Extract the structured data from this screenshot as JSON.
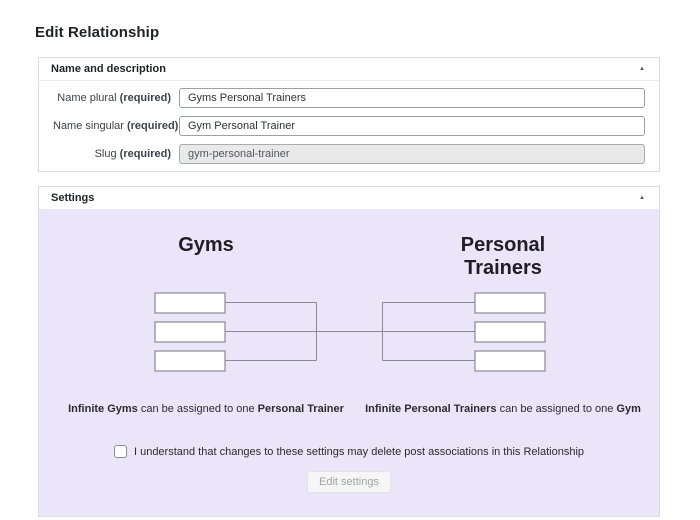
{
  "page": {
    "title": "Edit Relationship"
  },
  "name_panel": {
    "title": "Name and description",
    "collapse_icon": "▲",
    "fields": [
      {
        "label": "Name plural ",
        "required": "(required)",
        "value": "Gyms Personal Trainers"
      },
      {
        "label": "Name singular ",
        "required": "(required)",
        "value": "Gym Personal Trainer"
      },
      {
        "label": "Slug ",
        "required": "(required)",
        "value": "gym-personal-trainer"
      }
    ]
  },
  "settings_panel": {
    "title": "Settings",
    "collapse_icon": "▲",
    "left_heading": "Gyms",
    "right_heading": "Personal Trainers",
    "left_caption": {
      "bold1": "Infinite Gyms",
      "mid": " can be assigned to one ",
      "bold2": "Personal Trainer"
    },
    "right_caption": {
      "bold1": "Infinite Personal Trainers",
      "mid": " can be assigned to one ",
      "bold2": "Gym"
    },
    "checkbox_label": "I understand that changes to these settings may delete post associations in this Relationship",
    "edit_button_label": "Edit settings",
    "colors": {
      "body_bg": "#eae5f8",
      "connector_line": "#8a8a92",
      "box_border": "#98989f",
      "box_fill": "#ffffff"
    }
  }
}
